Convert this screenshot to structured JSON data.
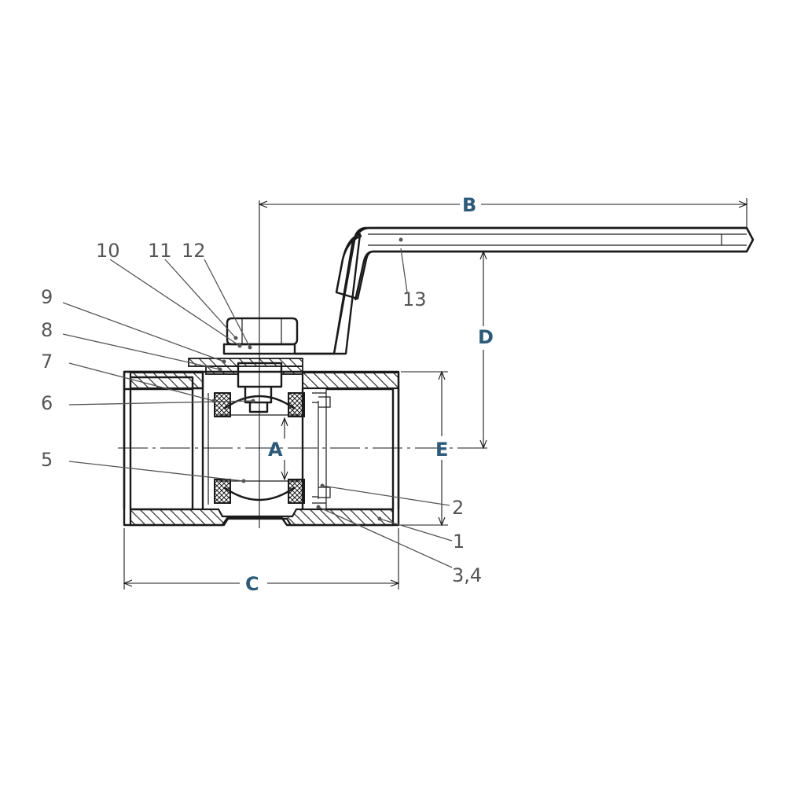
{
  "colors": {
    "line": "#1a1a1a",
    "leader": "#555555",
    "dimension_label": "#2d5a78",
    "background": "#ffffff"
  },
  "part_labels": {
    "p1": "1",
    "p2": "2",
    "p34": "3,4",
    "p5": "5",
    "p6": "6",
    "p7": "7",
    "p8": "8",
    "p9": "9",
    "p10": "10",
    "p11": "11",
    "p12": "12",
    "p13": "13"
  },
  "dimension_labels": {
    "A": "A",
    "B": "B",
    "C": "C",
    "D": "D",
    "E": "E"
  }
}
